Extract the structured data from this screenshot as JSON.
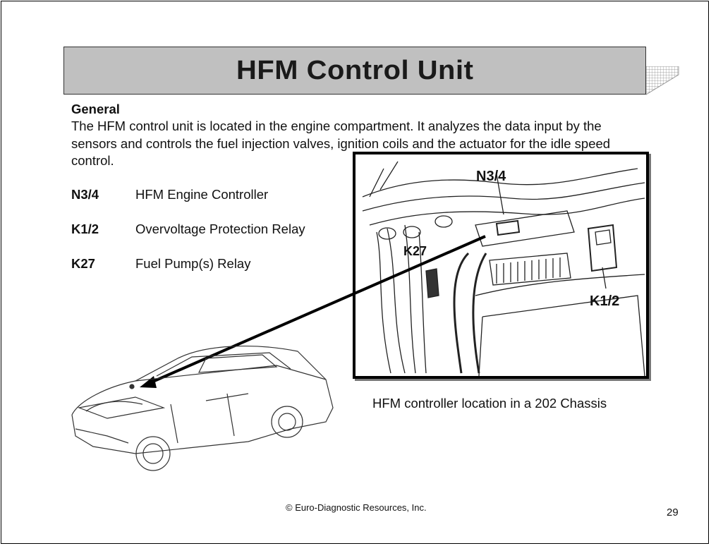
{
  "title": "HFM Control Unit",
  "general_heading": "General",
  "description": "The HFM control unit is located in the engine compartment. It analyzes the data input by the sensors and controls the fuel injection valves, ignition coils and the actuator for the idle speed control.",
  "components": [
    {
      "code": "N3/4",
      "name": "HFM Engine Controller"
    },
    {
      "code": "K1/2",
      "name": "Overvoltage Protection Relay"
    },
    {
      "code": "K27",
      "name": "Fuel Pump(s) Relay"
    }
  ],
  "photo_labels": {
    "n34": "N3/4",
    "k27": "K27",
    "k12": "K1/2"
  },
  "caption": "HFM controller location in a 202 Chassis",
  "footer": "© Euro-Diagnostic Resources, Inc.",
  "page_number": "29"
}
